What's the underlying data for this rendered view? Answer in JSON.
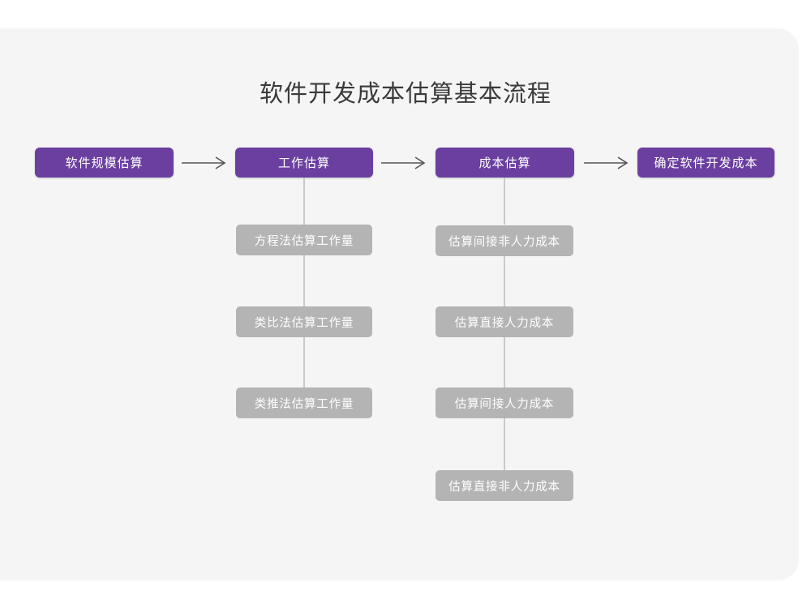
{
  "chart_data": {
    "type": "diagram",
    "title": "软件开发成本估算基本流程",
    "colors": {
      "background": "#ffffff",
      "card": "#f5f5f5",
      "primary_node": "#6b3fa0",
      "sub_node": "#b4b4b4",
      "node_text": "#ffffff",
      "title_text": "#3a3a3a",
      "connector": "#c9c9c9",
      "arrow": "#555555"
    },
    "flow": {
      "orientation": "left-to-right",
      "main_steps": [
        {
          "id": "scale",
          "label": "软件规模估算"
        },
        {
          "id": "effort",
          "label": "工作估算"
        },
        {
          "id": "cost",
          "label": "成本估算"
        },
        {
          "id": "final",
          "label": "确定软件开发成本"
        }
      ],
      "arrows": [
        {
          "from": "scale",
          "to": "effort",
          "glyph": "arrow-right"
        },
        {
          "from": "effort",
          "to": "cost",
          "glyph": "arrow-right"
        },
        {
          "from": "cost",
          "to": "final",
          "glyph": "arrow-right"
        }
      ],
      "sub_branches": [
        {
          "parent": "effort",
          "items": [
            {
              "label": "方程法估算工作量"
            },
            {
              "label": "类比法估算工作量"
            },
            {
              "label": "类推法估算工作量"
            }
          ]
        },
        {
          "parent": "cost",
          "items": [
            {
              "label": "估算间接非人力成本"
            },
            {
              "label": "估算直接人力成本"
            },
            {
              "label": "估算间接人力成本"
            },
            {
              "label": "估算直接非人力成本"
            }
          ]
        }
      ]
    }
  }
}
